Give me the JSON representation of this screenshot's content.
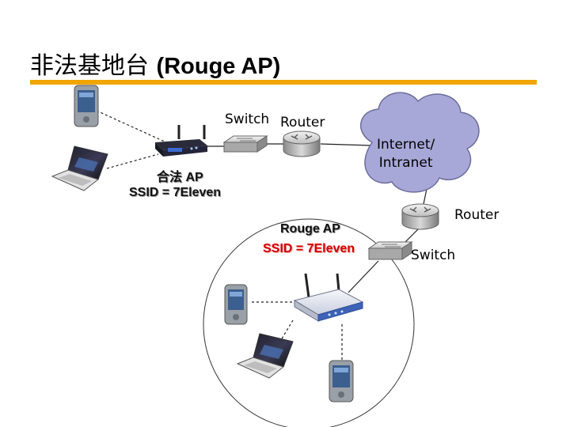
{
  "title": {
    "chinese": "非法基地台",
    "english": "(Rouge AP)"
  },
  "colors": {
    "accent_bar": "#f0a500",
    "rogue_ssid": "#d40000",
    "cloud": "#a8a8d8"
  },
  "labels": {
    "switch_top": "Switch",
    "router_top": "Router",
    "internet": "Internet/\nIntranet",
    "router_right": "Router",
    "switch_right": "Switch",
    "legit_ap": "合法 AP",
    "legit_ssid": "SSID = 7Eleven",
    "rogue_ap": "Rouge AP",
    "rogue_ssid": "SSID = 7Eleven"
  },
  "icons": [
    "pda-icon",
    "laptop-icon",
    "wireless-router-icon",
    "switch-icon",
    "router-icon",
    "cloud-icon",
    "access-point-icon"
  ]
}
